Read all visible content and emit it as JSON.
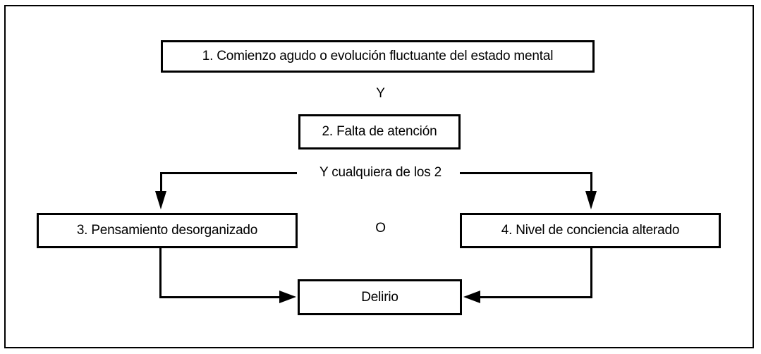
{
  "figure": {
    "colors": {
      "background": "#ffffff",
      "line": "#000000",
      "text": "#000000"
    },
    "boxes": {
      "criterion1": "1. Comienzo agudo o evolución fluctuante del estado mental",
      "criterion2": "2. Falta de atención",
      "criterion3": "3. Pensamiento desorganizado",
      "criterion4": "4. Nivel de conciencia alterado",
      "result": "Delirio"
    },
    "connectors": {
      "and_label": "Y",
      "and_either_label": "Y cualquiera de los 2",
      "or_label": "O"
    }
  }
}
